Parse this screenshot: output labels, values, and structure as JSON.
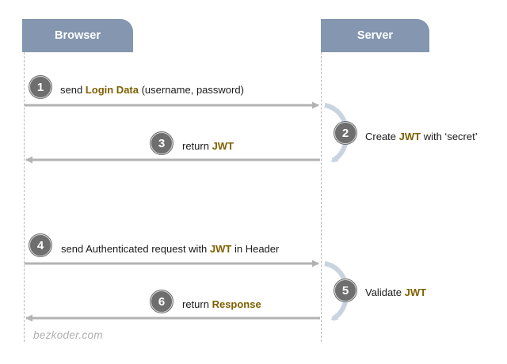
{
  "participants": {
    "browser": "Browser",
    "server": "Server"
  },
  "steps": [
    {
      "number": "1",
      "pre": "send ",
      "keyword": "Login Data",
      "post": " (username, password)"
    },
    {
      "number": "2",
      "pre": "Create ",
      "keyword": "JWT",
      "post": " with ‘secret’"
    },
    {
      "number": "3",
      "pre": "return ",
      "keyword": "JWT",
      "post": ""
    },
    {
      "number": "4",
      "pre": "send Authenticated request with ",
      "keyword": "JWT",
      "post": " in Header"
    },
    {
      "number": "5",
      "pre": "Validate ",
      "keyword": "JWT",
      "post": ""
    },
    {
      "number": "6",
      "pre": "return ",
      "keyword": "Response",
      "post": ""
    }
  ],
  "watermark": "bezkoder.com",
  "colors": {
    "header": "#8496b0",
    "keyword": "#7f6000",
    "arrow": "#b3b3b3",
    "circle": "#6e6e6e"
  }
}
